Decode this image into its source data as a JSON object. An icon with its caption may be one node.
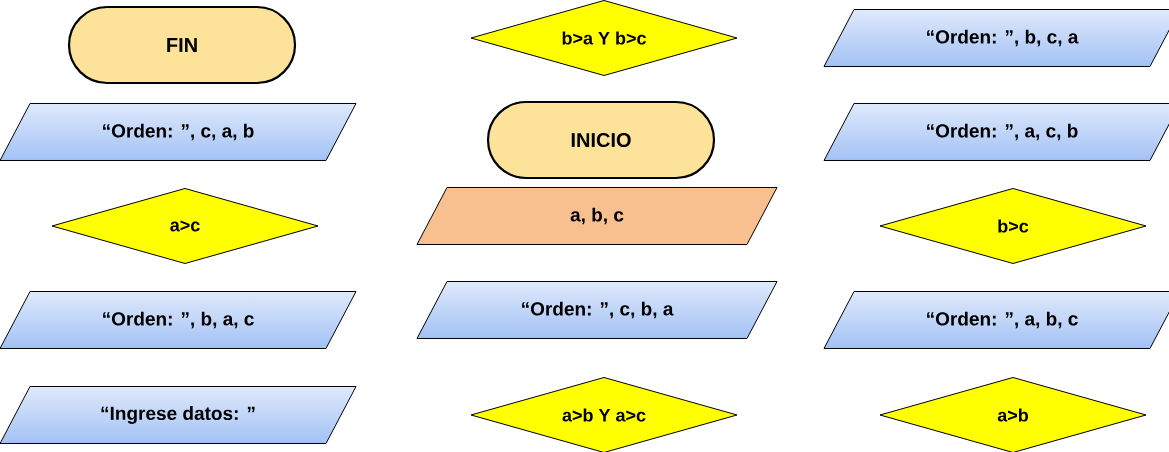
{
  "diagram": {
    "nodes": [
      {
        "text": [
          "FIN"
        ]
      },
      {
        "text": [
          "b>a Y b>c"
        ]
      },
      {
        "text": [
          "“Orden: ”, b, c, a"
        ]
      },
      {
        "text": [
          "“Orden: ”, c, a, b"
        ]
      },
      {
        "text": [
          "INICIO"
        ]
      },
      {
        "text": [
          "“Orden: ”, a, c, b"
        ]
      },
      {
        "text": [
          "a>c"
        ]
      },
      {
        "text": [
          "a, b, c"
        ]
      },
      {
        "text": [
          "b>c"
        ]
      },
      {
        "text": [
          "“Orden: ”, b, a, c"
        ]
      },
      {
        "text": [
          "“Orden: ”, c, b, a"
        ]
      },
      {
        "text": [
          "“Orden: ”, a, b, c"
        ]
      },
      {
        "text": [
          "“Ingrese datos: ”"
        ]
      },
      {
        "text": [
          "a>b Y a>c"
        ]
      },
      {
        "text": [
          "a>b"
        ]
      }
    ]
  }
}
